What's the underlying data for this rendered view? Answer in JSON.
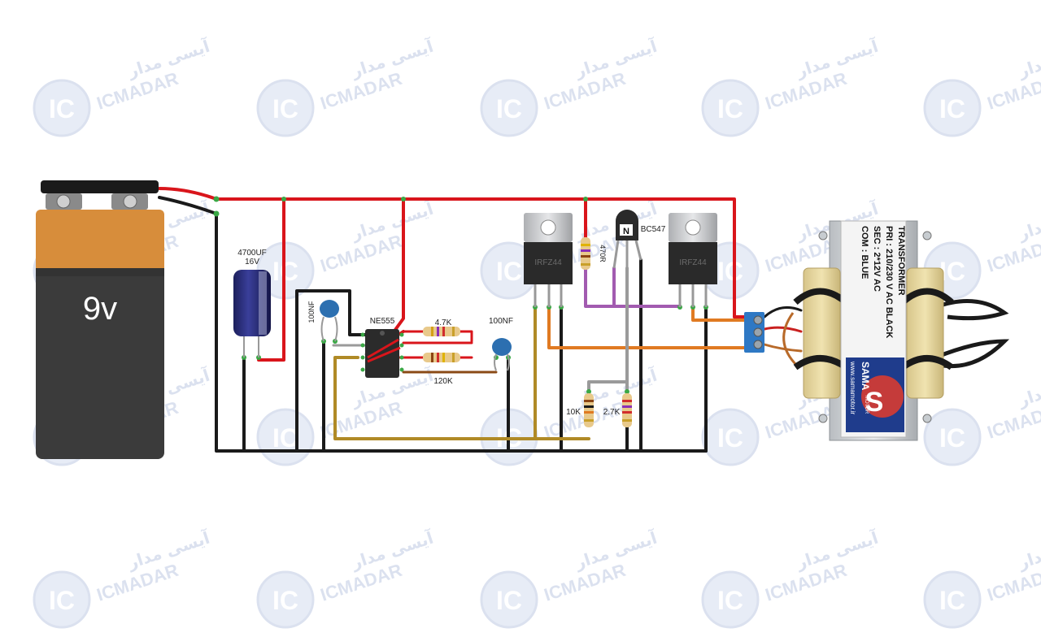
{
  "watermark": {
    "latin": "ICMADAR",
    "persian": "آیسی مدار",
    "badge": "IC"
  },
  "battery": {
    "label": "9v"
  },
  "capacitor_main": {
    "value": "4700UF",
    "voltage": "16V"
  },
  "ic": {
    "label": "NE555"
  },
  "cap_timing_left": {
    "label": "100NF"
  },
  "cap_timing_right": {
    "label": "100NF"
  },
  "resistor_47k": {
    "label": "4.7K"
  },
  "resistor_120k": {
    "label": "120K"
  },
  "resistor_470": {
    "label": "470R"
  },
  "resistor_10k": {
    "label": "10K"
  },
  "resistor_27k": {
    "label": "2.7K"
  },
  "transistor": {
    "label": "BC547",
    "mark": "N"
  },
  "mosfet_left": {
    "label": "IRFZ44"
  },
  "mosfet_right": {
    "label": "IRFZ44"
  },
  "transformer": {
    "title": "TRANSFORMER",
    "primary": "PRI : 210/230 V AC BLACK",
    "secondary": "SEC : 2*12V AC",
    "common": "COM : BLUE",
    "brand": "SAMA",
    "brand_sub": "MOTOR",
    "website": "www.samamotor.ir"
  },
  "colors": {
    "wire_red": "#d9151b",
    "wire_black": "#1a1a1a",
    "wire_orange": "#e07a22",
    "wire_purple": "#a25bb0",
    "wire_olive": "#b08a26",
    "wire_gray": "#9a9a9a",
    "wire_brown": "#8a4a16",
    "terminal_blue": "#2e78c4"
  }
}
